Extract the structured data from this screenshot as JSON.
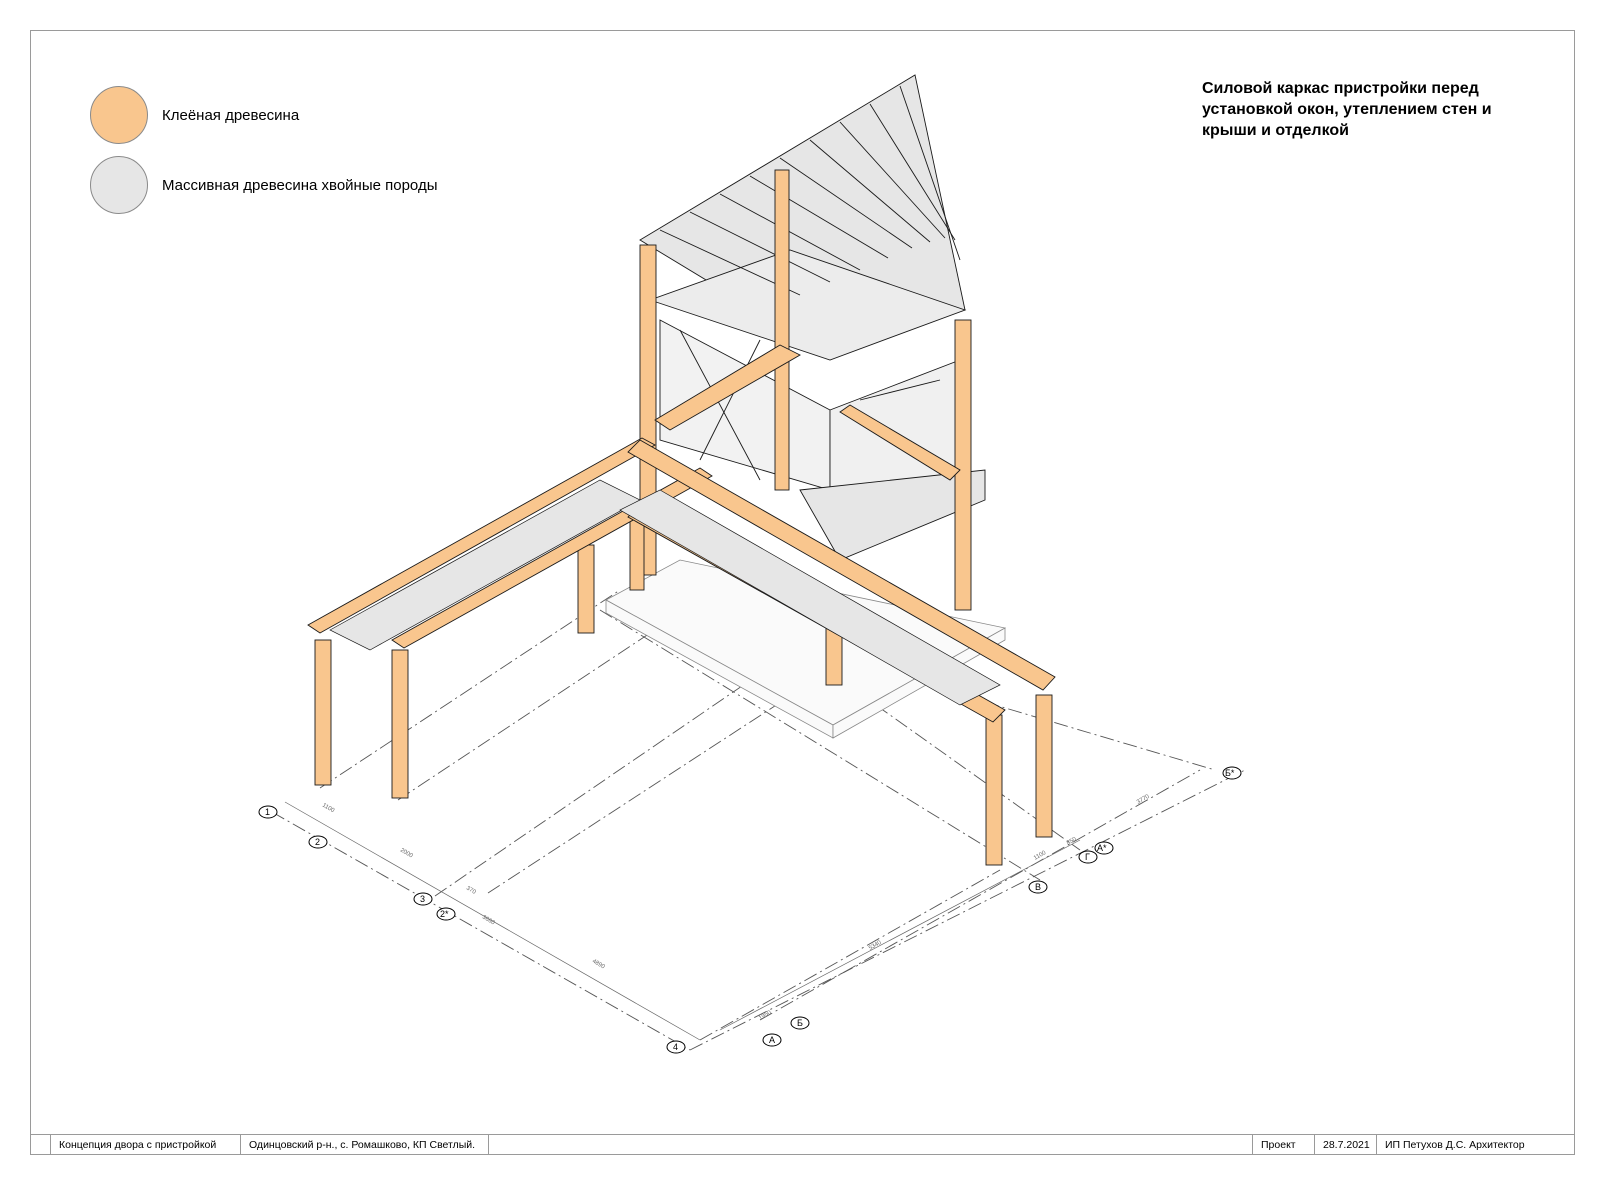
{
  "legend": [
    {
      "label": "Клеёная древесина",
      "color": "#f9c68e"
    },
    {
      "label": "Массивная древесина хвойные породы",
      "color": "#e6e6e6"
    }
  ],
  "title": "Силовой каркас пристройки перед установкой окон, утеплением стен и крыши и отделкой",
  "colors": {
    "glulam": "#f9c68e",
    "solid": "#e6e6e6",
    "outline": "#1a1a1a",
    "axis": "#555555"
  },
  "axes": [
    {
      "label": "1"
    },
    {
      "label": "2"
    },
    {
      "label": "3"
    },
    {
      "label": "2*"
    },
    {
      "label": "4"
    },
    {
      "label": "А"
    },
    {
      "label": "Б"
    },
    {
      "label": "В"
    },
    {
      "label": "Г"
    },
    {
      "label": "А*"
    },
    {
      "label": "Б*"
    }
  ],
  "dimensions": [
    "1100",
    "2000",
    "370",
    "3660",
    "4890",
    "1100",
    "850",
    "5340",
    "1950",
    "3770"
  ],
  "title_block": {
    "project_name": "Концепция двора с пристройкой",
    "location": "Одинцовский р-н., с. Ромашково, КП Светлый.",
    "stage": "Проект",
    "date": "28.7.2021",
    "author": "ИП Петухов Д.С. Архитектор"
  }
}
